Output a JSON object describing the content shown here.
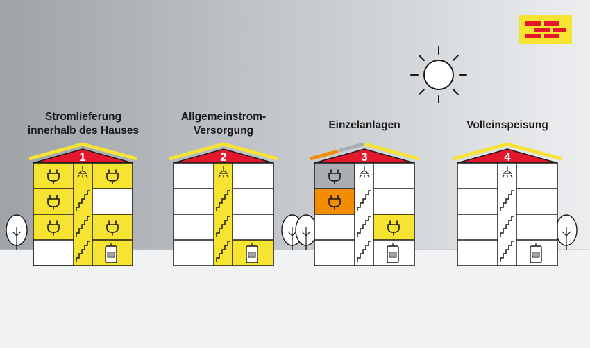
{
  "scenarios": [
    {
      "number": "1",
      "title": "Stromlieferung\ninnerhalb des Hauses"
    },
    {
      "number": "2",
      "title": "Allgemeinstrom-\nVersorgung"
    },
    {
      "number": "3",
      "title": "Einzelanlagen"
    },
    {
      "number": "4",
      "title": "Volleinspeisung"
    }
  ],
  "colors": {
    "yellow": "#f7e332",
    "red": "#e3182d",
    "orange": "#f28c00",
    "grey_unit": "#a9aeb3",
    "sky_left": "#9ea3a8",
    "sky_right": "#e9ebee",
    "outline": "#1a1a1a"
  },
  "icons": [
    "logo-mark",
    "sun-icon",
    "plug-icon",
    "lamp-icon",
    "meter-icon",
    "tree-icon",
    "stair-icon"
  ]
}
